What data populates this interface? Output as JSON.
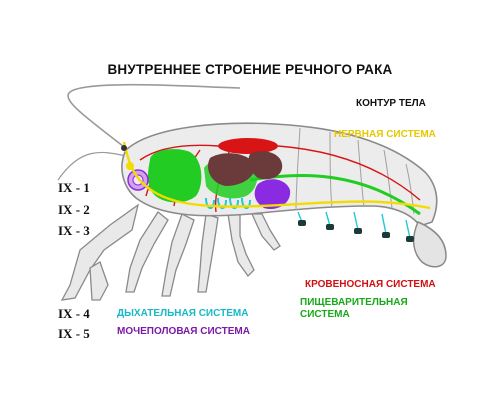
{
  "title": "ВНУТРЕННЕЕ СТРОЕНИЕ РЕЧНОГО РАКА",
  "labels": {
    "body_outline": "КОНТУР ТЕЛА",
    "nervous_system": "НЕРВНАЯ СИСТЕМА",
    "circulatory_system": "КРОВЕНОСНАЯ СИСТЕМА",
    "digestive_system_line1": "ПИЩЕВАРИТЕЛЬНАЯ",
    "digestive_system_line2": "СИСТЕМА",
    "respiratory_system": "ДЫХАТЕЛЬНАЯ СИСТЕМА",
    "urogenital_system": "МОЧЕПОЛОВАЯ СИСТЕМА"
  },
  "segments": [
    "IX - 1",
    "IX - 2",
    "IX - 3",
    "IX - 4",
    "IX - 5"
  ],
  "colors": {
    "nervous": "#f2dc00",
    "circulatory": "#d81414",
    "digestive": "#22cc22",
    "respiratory": "#20c8d8",
    "urogenital": "#8a2be2",
    "organs": "#6b3a3a",
    "outline": "#8a8a8a"
  }
}
